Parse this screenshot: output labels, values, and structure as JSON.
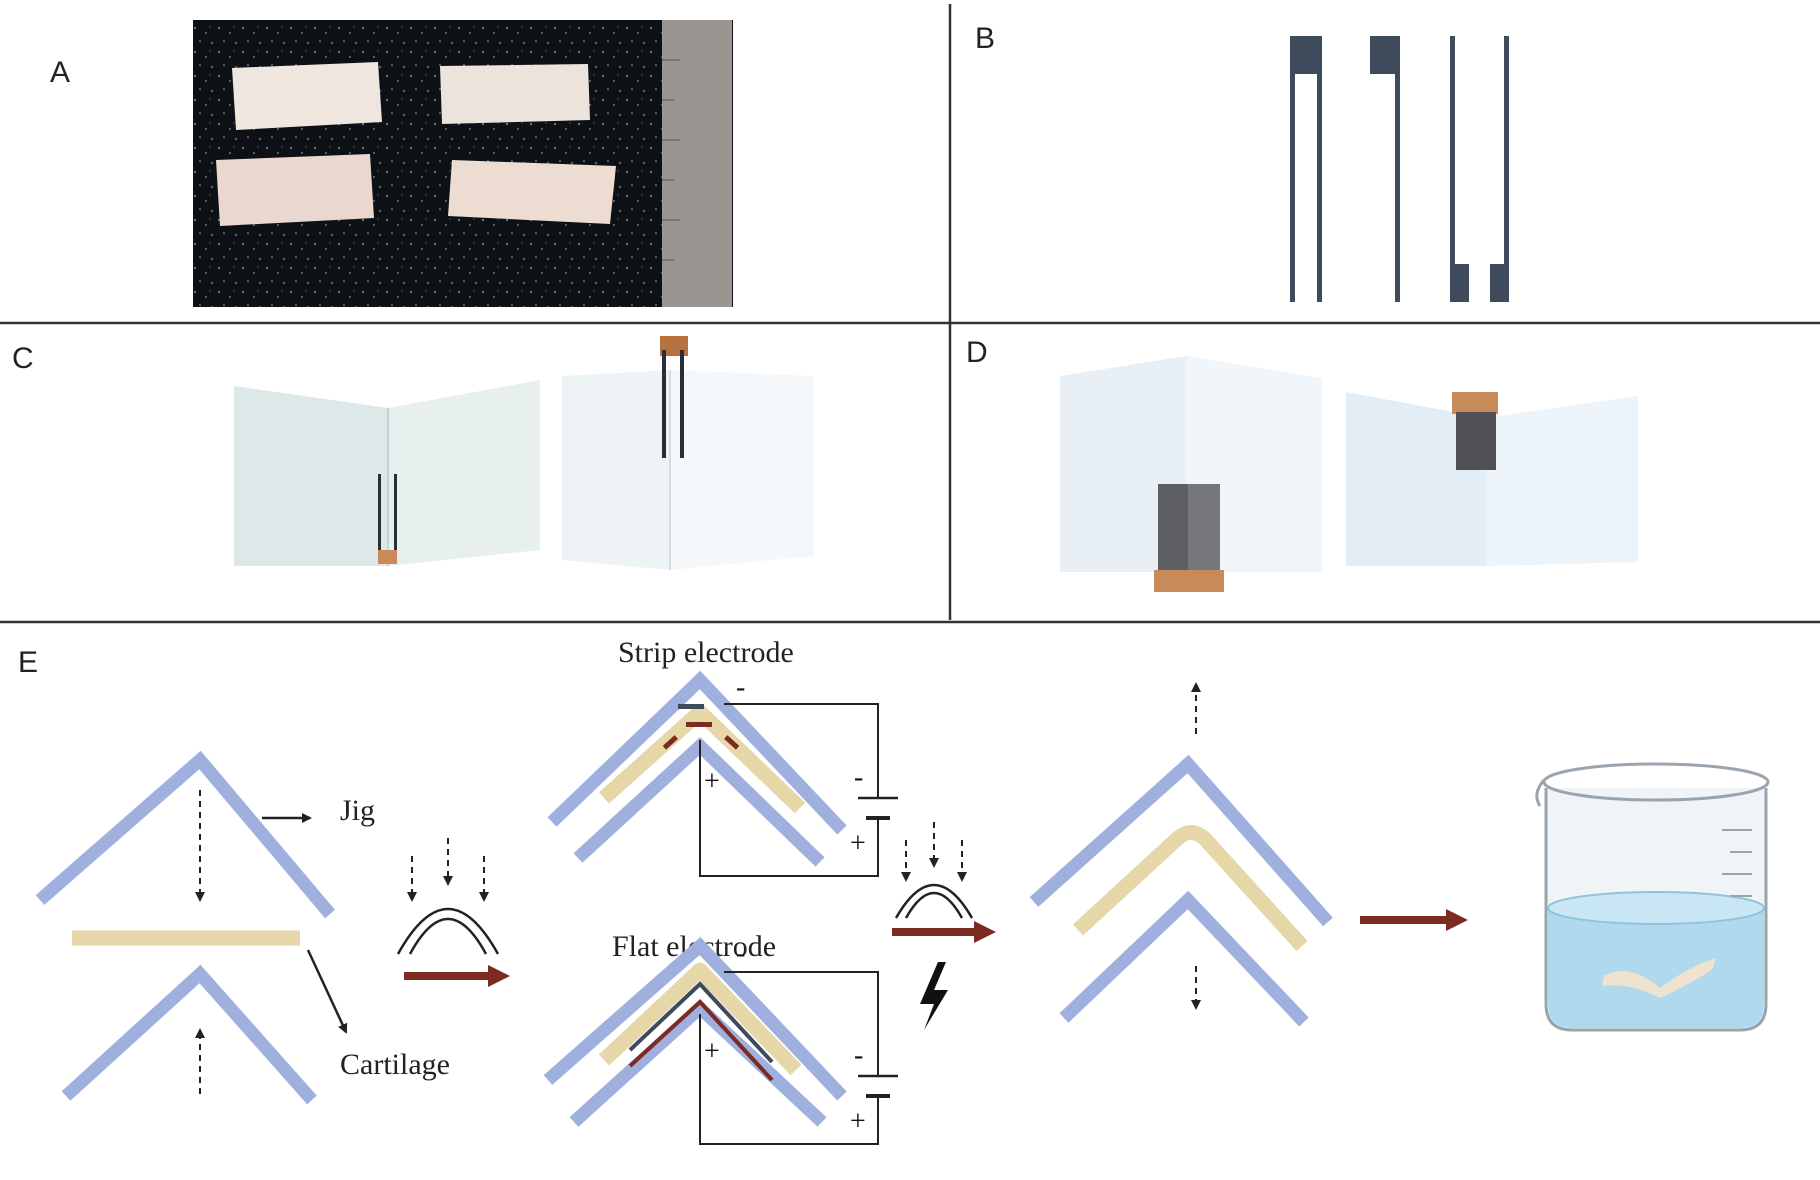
{
  "panels": {
    "a": "A",
    "b": "B",
    "c": "C",
    "d": "D",
    "e": "E"
  },
  "labels": {
    "jig": "Jig",
    "cartilage": "Cartilage",
    "strip_electrode": "Strip electrode",
    "flat_electrode": "Flat electrode"
  },
  "signs": {
    "minus": "-",
    "plus": "+"
  },
  "colors": {
    "jig": "#9fb0de",
    "cartilage": "#e6d7a9",
    "electrode": "#3e4b5c",
    "process_arrow": "#7d2a22",
    "copper": "#c98a5a"
  },
  "icons": [
    "lightning-bolt-icon",
    "beaker-icon",
    "pressure-arc-icon"
  ]
}
